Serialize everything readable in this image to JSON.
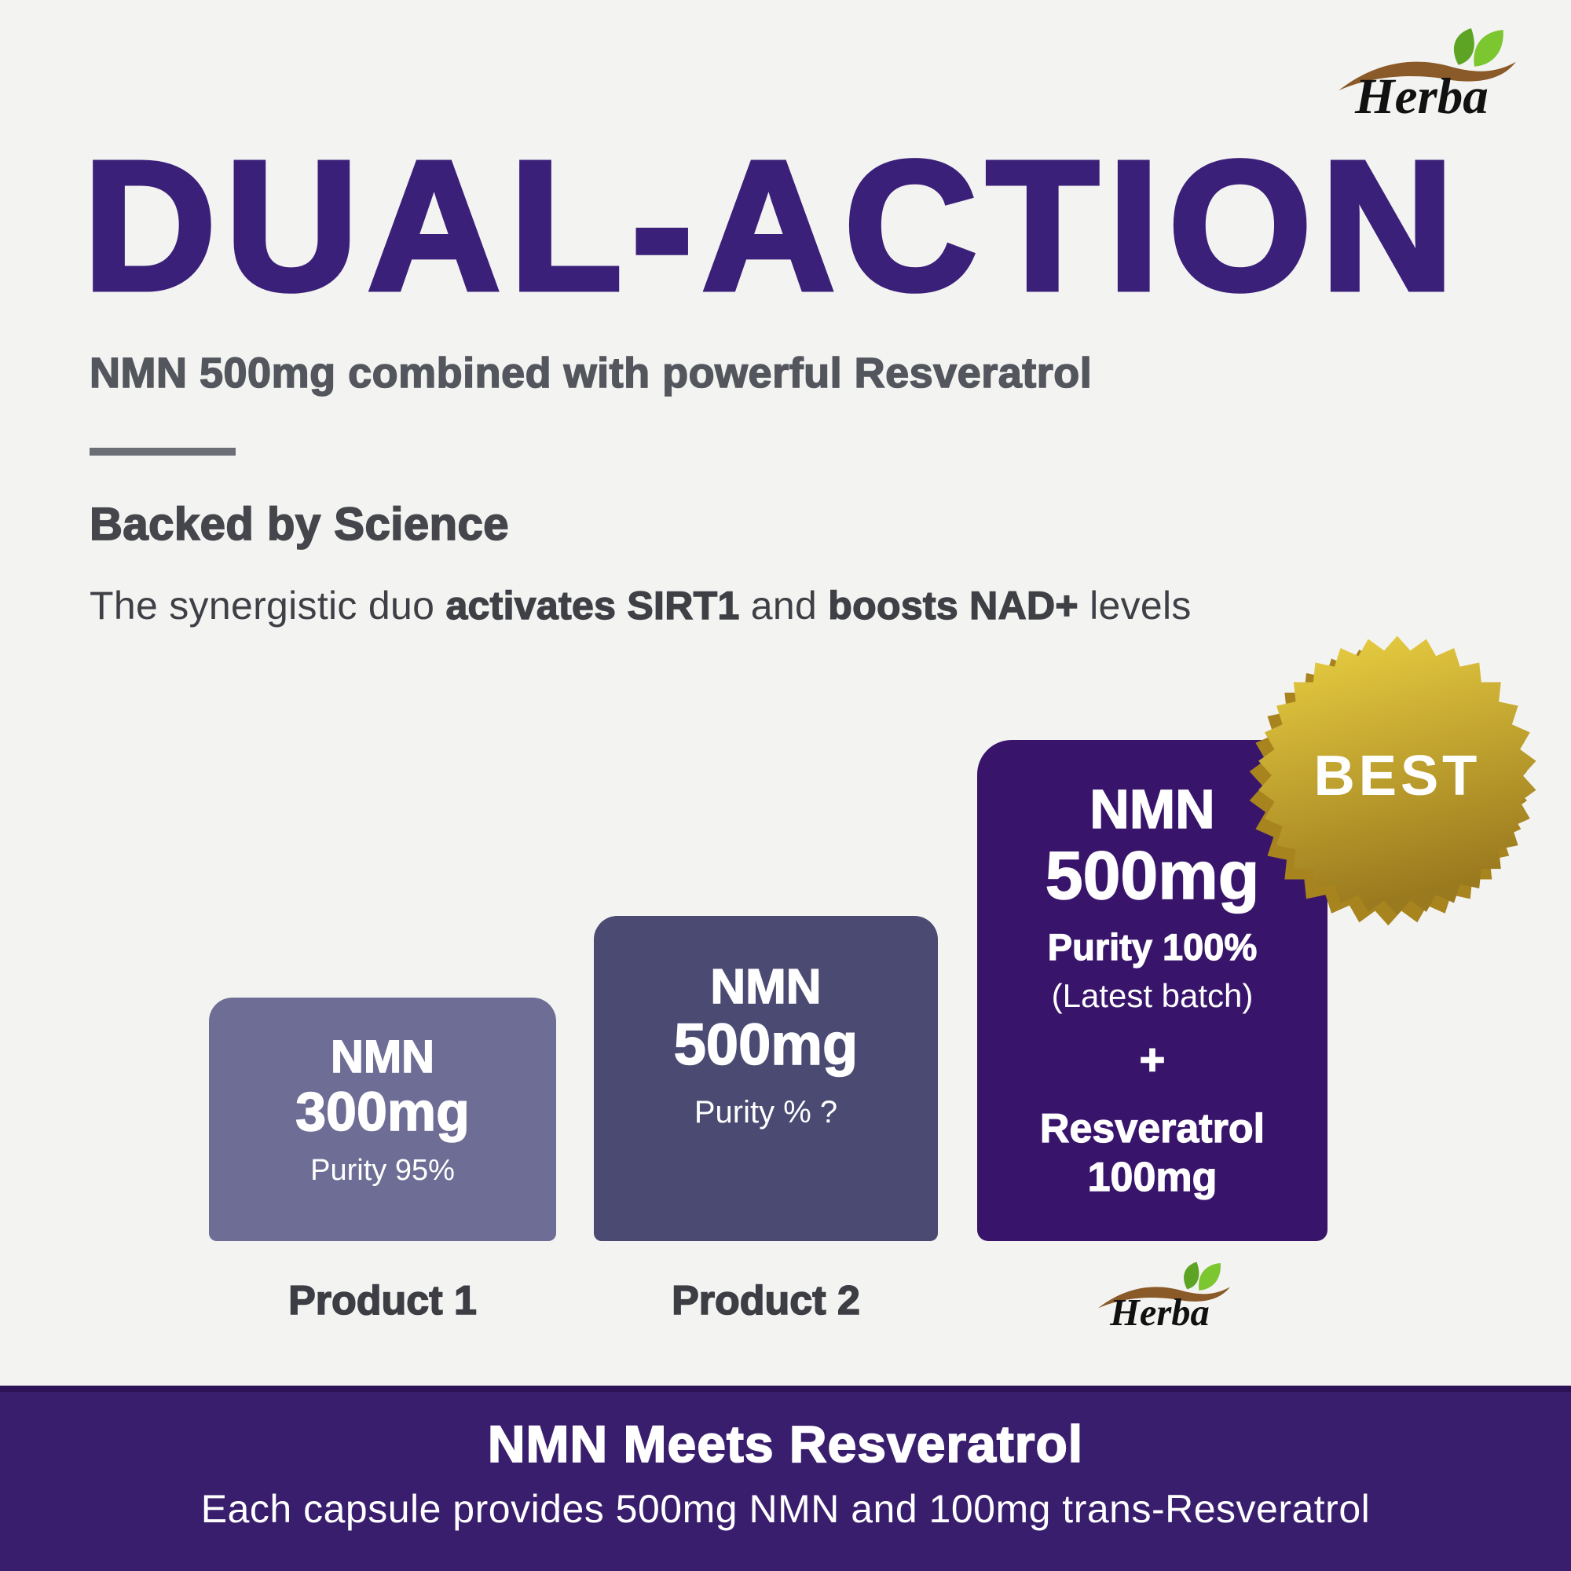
{
  "brand": {
    "name": "Herba"
  },
  "header": {
    "title": "DUAL-ACTION",
    "subtitle": "NMN 500mg combined with powerful Resveratrol"
  },
  "science": {
    "heading": "Backed by Science",
    "prefix": "The synergistic duo ",
    "bold1": "activates SIRT1",
    "mid": " and ",
    "bold2": "boosts NAD+",
    "suffix": " levels"
  },
  "badge": {
    "label": "BEST"
  },
  "comparison": {
    "bars": [
      {
        "name": "NMN",
        "amount": "300mg",
        "purity": "Purity 95%",
        "label": "Product 1"
      },
      {
        "name": "NMN",
        "amount": "500mg",
        "purity": "Purity % ?",
        "label": "Product 2"
      },
      {
        "name": "NMN",
        "amount": "500mg",
        "purity": "Purity 100%",
        "batch": "(Latest batch)",
        "plus": "+",
        "extra_name": "Resveratrol",
        "extra_amount": "100mg",
        "label": "Herba"
      }
    ]
  },
  "footer": {
    "title": "NMN Meets Resveratrol",
    "subtitle": "Each capsule provides 500mg NMN and 100mg trans-Resveratrol"
  },
  "colors": {
    "background": "#f3f3f2",
    "title_purple": "#3b2079",
    "bar1": "#6d6d95",
    "bar2": "#4a4a72",
    "bar3": "#38156b",
    "banner": "#3a1e6e",
    "badge_gold_light": "#ecd243",
    "badge_gold_dark": "#9a7a1e",
    "text_gray": "#45464c"
  },
  "chart_data": {
    "type": "bar",
    "title": "NMN product comparison",
    "categories": [
      "Product 1",
      "Product 2",
      "Herba"
    ],
    "series": [
      {
        "name": "NMN mg",
        "values": [
          300,
          500,
          500
        ]
      },
      {
        "name": "Resveratrol mg",
        "values": [
          0,
          0,
          100
        ]
      },
      {
        "name": "visual bar height px",
        "values": [
          310,
          414,
          638
        ]
      }
    ],
    "annotations": [
      {
        "category": "Product 1",
        "purity": "95%"
      },
      {
        "category": "Product 2",
        "purity": "unknown (% ?)"
      },
      {
        "category": "Herba",
        "purity": "100% (Latest batch)",
        "badge": "BEST"
      }
    ],
    "legend_position": "none",
    "grid": false,
    "axes": false
  }
}
